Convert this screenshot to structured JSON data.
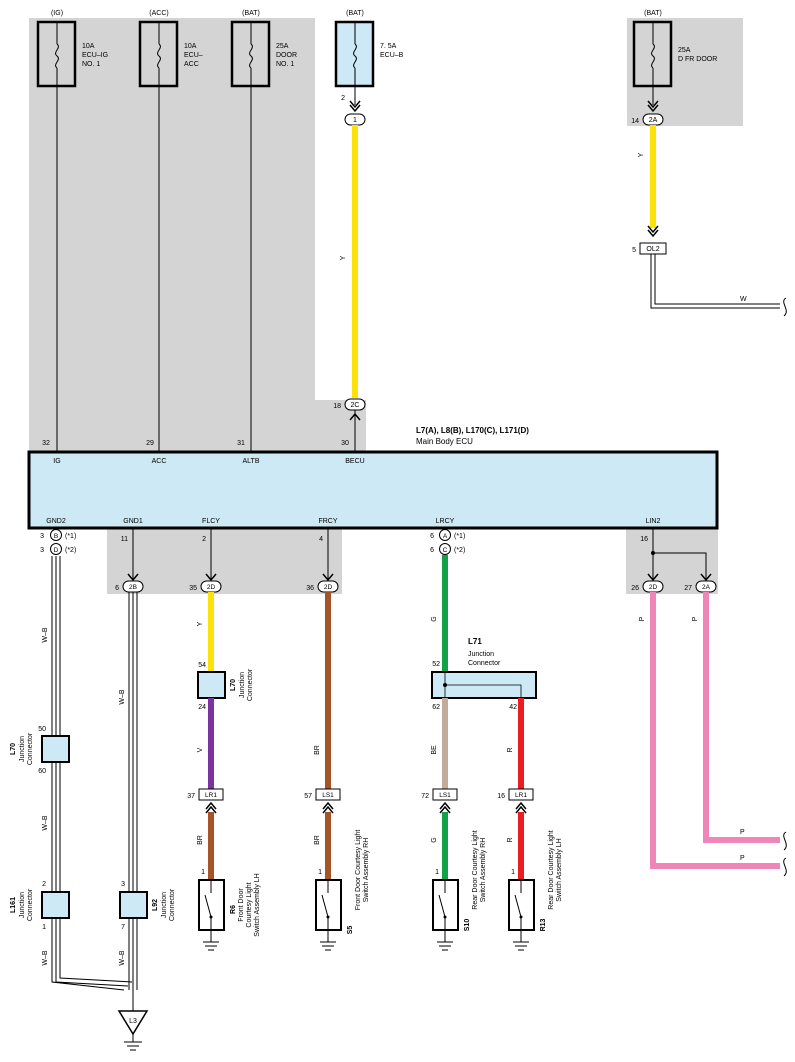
{
  "colors": {
    "panel": "#d4d4d4",
    "ecu_fill": "#cce9f5",
    "wire_Y": "#fde10b",
    "wire_V": "#7a33a0",
    "wire_BR": "#a5542a",
    "wire_G": "#12a04a",
    "wire_BE": "#c3ab9c",
    "wire_R": "#ea1c24",
    "wire_P": "#ef85b8",
    "wire_W": "#ffffff"
  },
  "fuses": [
    {
      "source": "(IG)",
      "rating": "10A",
      "name1": "ECU–IG",
      "name2": "NO. 1"
    },
    {
      "source": "(ACC)",
      "rating": "10A",
      "name1": "ECU–",
      "name2": "ACC"
    },
    {
      "source": "(BAT)",
      "rating": "25A",
      "name1": "DOOR",
      "name2": "NO. 1"
    },
    {
      "source": "(BAT)",
      "rating": "7. 5A",
      "name1": "ECU–B",
      "name2": ""
    },
    {
      "source": "(BAT)",
      "rating": "25A",
      "name1": "D FR DOOR",
      "name2": ""
    }
  ],
  "ecu": {
    "title": "L7(A), L8(B), L170(C), L171(D)",
    "subtitle": "Main Body ECU",
    "top_pins": [
      {
        "num": "32",
        "label": "IG"
      },
      {
        "num": "29",
        "label": "ACC"
      },
      {
        "num": "31",
        "label": "ALTB"
      },
      {
        "num": "30",
        "label": "BECU"
      }
    ],
    "bottom_labels": [
      "GND2",
      "GND1",
      "FLCY",
      "FRCY",
      "LRCY",
      "LIN2"
    ]
  },
  "pins": {
    "ecub_fuse": "2",
    "c1_conn": "1",
    "becu_pin": "18",
    "becu_conn": "2C",
    "dfr_pin": "14",
    "dfr_conn": "2A",
    "ol2_pin": "5",
    "ol2_conn": "OL2",
    "gnd2_a_pin": "3",
    "gnd2_a_conn": "B",
    "gnd2_a_note": "(*1)",
    "gnd2_b_pin": "3",
    "gnd2_b_conn": "D",
    "gnd2_b_note": "(*2)",
    "gnd1_pin": "11",
    "flcy_pin": "2",
    "frcy_pin": "4",
    "lrcy_a_pin": "6",
    "lrcy_a_conn": "A",
    "lrcy_a_note": "(*1)",
    "lrcy_b_pin": "6",
    "lrcy_b_conn": "C",
    "lrcy_b_note": "(*2)",
    "lin2_pin": "16",
    "gnd1_sub_pin": "6",
    "gnd1_sub_conn": "2B",
    "flcy_sub_pin": "35",
    "flcy_sub_conn": "2D",
    "frcy_sub_pin": "36",
    "frcy_sub_conn": "2D",
    "lin2_a_pin": "26",
    "lin2_a_conn": "2D",
    "lin2_b_pin": "27",
    "lin2_b_conn": "2A",
    "l70_top_pin": "54",
    "l70_bot_pin": "24",
    "l70b_top_pin": "50",
    "l70b_bot_pin": "60",
    "l71_top_pin": "52",
    "l71_left_pin": "62",
    "l71_right_pin": "42",
    "lr1_a_pin": "37",
    "lr1_a_conn": "LR1",
    "ls1_a_pin": "57",
    "ls1_a_conn": "LS1",
    "ls1_b_pin": "72",
    "ls1_b_conn": "LS1",
    "lr1_b_pin": "16",
    "lr1_b_conn": "LR1",
    "l161_top_pin": "2",
    "l161_bot_pin": "1",
    "l92_top_pin": "3",
    "l92_bot_pin": "7",
    "sw_pin": "1"
  },
  "wires": {
    "y1": "Y",
    "y2": "Y",
    "w_out": "W",
    "wb1": "W–B",
    "wb2": "W–B",
    "wb3": "W–B",
    "wb4": "W–B",
    "wb5": "W–B",
    "flcy_y": "Y",
    "flcy_v": "V",
    "flcy_br": "BR",
    "frcy_br1": "BR",
    "frcy_br2": "BR",
    "lrcy_g1": "G",
    "lrcy_be": "BE",
    "lrcy_g2": "G",
    "lrcy_r1": "R",
    "lrcy_r2": "R",
    "lin2_p1": "P",
    "lin2_p2": "P",
    "lin2_p3": "P",
    "lin2_p4": "P"
  },
  "connectors": {
    "l70": {
      "id": "L70",
      "l1": "Junction",
      "l2": "Connector"
    },
    "l70b": {
      "id": "L70",
      "l1": "Junction",
      "l2": "Connector"
    },
    "l71": {
      "id": "L71",
      "l1": "Junction",
      "l2": "Connector"
    },
    "l161": {
      "id": "L161",
      "l1": "Junction",
      "l2": "Connector"
    },
    "l92": {
      "id": "L92",
      "l1": "Junction",
      "l2": "Connector"
    }
  },
  "switches": [
    {
      "id": "R6",
      "l1": "Front Door",
      "l2": "Courtesy Light",
      "l3": "Switch Assembly LH"
    },
    {
      "id": "S5",
      "l1": "Front Door Courtesy Light",
      "l2": "Switch Assembly RH",
      "l3": ""
    },
    {
      "id": "S10",
      "l1": "Rear Door Courtesy Light",
      "l2": "Switch Assembly RH",
      "l3": ""
    },
    {
      "id": "R13",
      "l1": "Rear Door Courtesy Light",
      "l2": "Switch Assembly LH",
      "l3": ""
    }
  ],
  "ground": {
    "id": "L3"
  }
}
